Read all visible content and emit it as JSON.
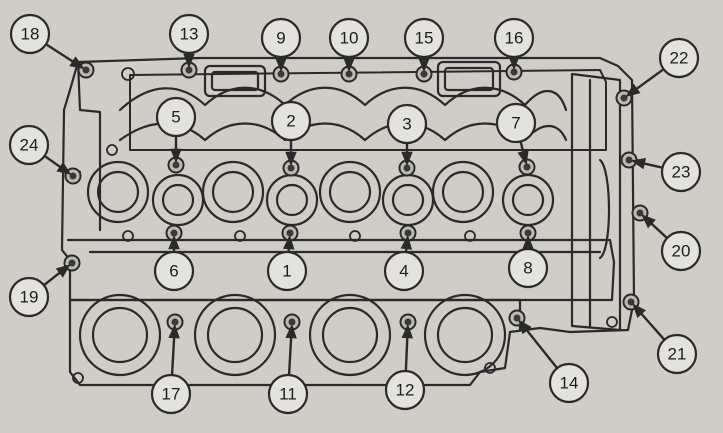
{
  "colors": {
    "background": "#cfcdc6",
    "line": "#2a2a2a",
    "callout_fill": "#e4e2dc"
  },
  "callouts": [
    {
      "id": "18",
      "label": "18"
    },
    {
      "id": "13",
      "label": "13"
    },
    {
      "id": "9",
      "label": "9"
    },
    {
      "id": "10",
      "label": "10"
    },
    {
      "id": "15",
      "label": "15"
    },
    {
      "id": "16",
      "label": "16"
    },
    {
      "id": "22",
      "label": "22"
    },
    {
      "id": "5",
      "label": "5"
    },
    {
      "id": "2",
      "label": "2"
    },
    {
      "id": "3",
      "label": "3"
    },
    {
      "id": "7",
      "label": "7"
    },
    {
      "id": "24",
      "label": "24"
    },
    {
      "id": "23",
      "label": "23"
    },
    {
      "id": "20",
      "label": "20"
    },
    {
      "id": "6",
      "label": "6"
    },
    {
      "id": "1",
      "label": "1"
    },
    {
      "id": "4",
      "label": "4"
    },
    {
      "id": "8",
      "label": "8"
    },
    {
      "id": "19",
      "label": "19"
    },
    {
      "id": "21",
      "label": "21"
    },
    {
      "id": "17",
      "label": "17"
    },
    {
      "id": "11",
      "label": "11"
    },
    {
      "id": "12",
      "label": "12"
    },
    {
      "id": "14",
      "label": "14"
    }
  ]
}
